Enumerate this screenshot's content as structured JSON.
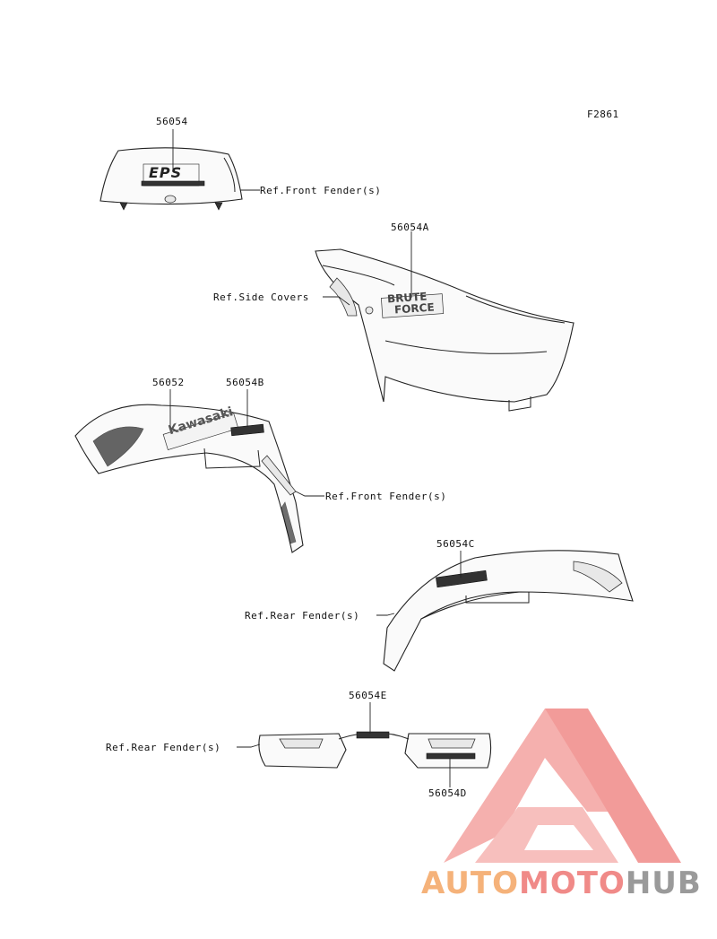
{
  "figure_id": "F2861",
  "parts": {
    "p56054": "56054",
    "p56054A": "56054A",
    "p56052": "56052",
    "p56054B": "56054B",
    "p56054C": "56054C",
    "p56054E": "56054E",
    "p56054D": "56054D"
  },
  "refs": {
    "front_fender_top": "Ref.Front Fender(s)",
    "side_covers": "Ref.Side Covers",
    "front_fender_mid": "Ref.Front Fender(s)",
    "rear_fender_mid": "Ref.Rear Fender(s)",
    "rear_fender_bottom": "Ref.Rear Fender(s)"
  },
  "decal_text": {
    "eps": "EPS",
    "brute": "BRUTE",
    "force": "FORCE",
    "kawasaki": "Kawasaki"
  },
  "watermark": {
    "auto": "AUTO",
    "moto": "MOTO",
    "hub": "HUB",
    "colors": {
      "orange": "#f5b27a",
      "red": "#f08a88",
      "gray": "#9a9a9a"
    }
  }
}
